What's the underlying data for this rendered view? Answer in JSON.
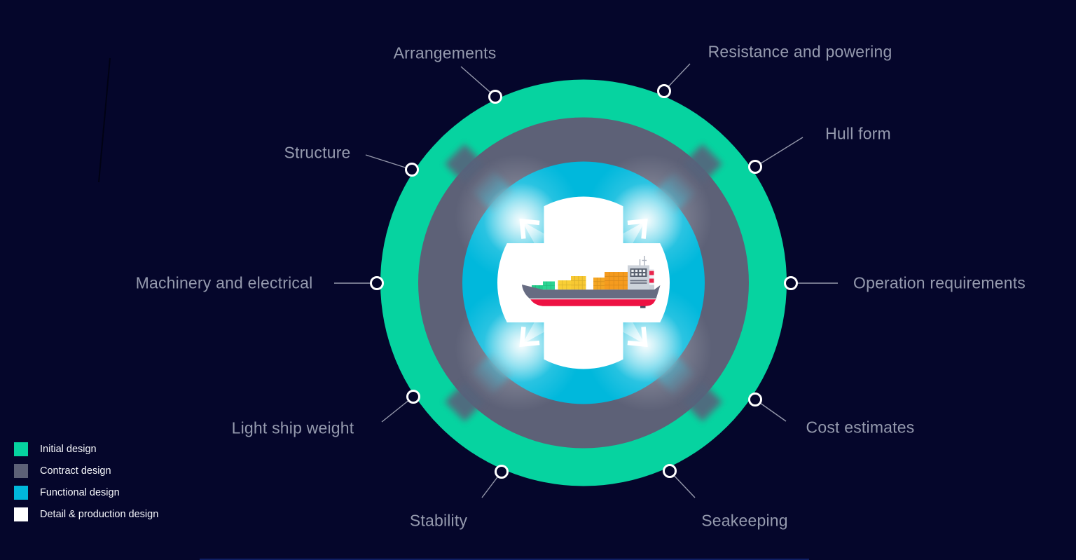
{
  "diagram": {
    "center_icon": "cargo-ship",
    "rings": [
      {
        "name": "Initial design",
        "color": "#06d3a0"
      },
      {
        "name": "Contract design",
        "color": "#5d6177"
      },
      {
        "name": "Functional design",
        "color": "#00b8dc"
      },
      {
        "name": "Detail & production design",
        "color": "#ffffff"
      }
    ],
    "callouts": [
      {
        "label": "Operation requirements"
      },
      {
        "label": "Hull form"
      },
      {
        "label": "Resistance and powering"
      },
      {
        "label": "Arrangements"
      },
      {
        "label": "Structure"
      },
      {
        "label": "Machinery and electrical"
      },
      {
        "label": "Light ship weight"
      },
      {
        "label": "Stability"
      },
      {
        "label": "Seakeeping"
      },
      {
        "label": "Cost estimates"
      }
    ]
  },
  "legend": {
    "items": [
      {
        "label": "Initial design",
        "color": "#06d3a0"
      },
      {
        "label": "Contract design",
        "color": "#5d6177"
      },
      {
        "label": "Functional design",
        "color": "#00b8dc"
      },
      {
        "label": "Detail & production design",
        "color": "#ffffff"
      }
    ]
  },
  "colors": {
    "background": "#05062b",
    "callout_text": "#959aae",
    "legend_text": "#f5f6fa",
    "dot_fill": "#05062b",
    "dot_stroke": "#ffffff",
    "leader_line": "#b9bdcb"
  }
}
